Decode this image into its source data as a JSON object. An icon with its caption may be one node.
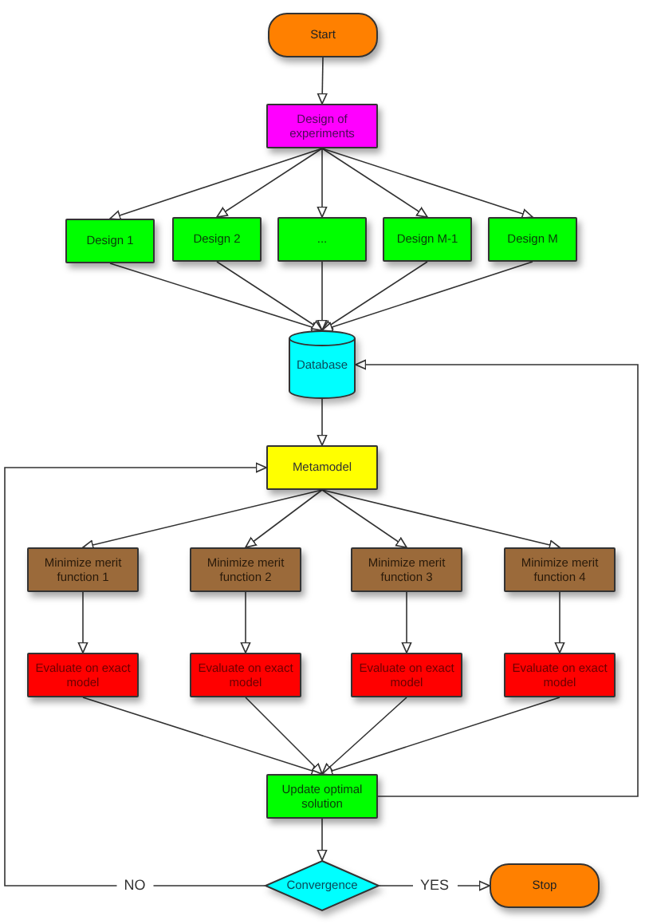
{
  "diagram": {
    "nodes": [
      {
        "text": [
          "Start"
        ]
      },
      {
        "text": [
          "Design of experiments"
        ]
      },
      {
        "text": [
          "Design 1"
        ]
      },
      {
        "text": [
          "Design 2"
        ]
      },
      {
        "text": [
          "..."
        ]
      },
      {
        "text": [
          "Design M-1"
        ]
      },
      {
        "text": [
          "Design M"
        ]
      },
      {
        "text": [
          "Database"
        ]
      },
      {
        "text": [
          "Metamodel"
        ]
      },
      {
        "text": [
          "Minimize merit function 1"
        ]
      },
      {
        "text": [
          "Minimize merit function 2"
        ]
      },
      {
        "text": [
          "Minimize merit function 3"
        ]
      },
      {
        "text": [
          "Minimize merit function 4"
        ]
      },
      {
        "text": [
          "Evaluate on exact model"
        ]
      },
      {
        "text": [
          "Evaluate on exact model"
        ]
      },
      {
        "text": [
          "Evaluate on exact model"
        ]
      },
      {
        "text": [
          "Evaluate on exact model"
        ]
      },
      {
        "text": [
          "Update optimal solution"
        ]
      },
      {
        "text": [
          "Convergence"
        ]
      },
      {
        "text": [
          "Stop"
        ]
      }
    ],
    "edges": [
      {
        "from": 0,
        "to": 1,
        "arrow": "to"
      },
      {
        "from": 1,
        "to": 2,
        "arrow": "to"
      },
      {
        "from": 1,
        "to": 3,
        "arrow": "to"
      },
      {
        "from": 1,
        "to": 4,
        "arrow": "to"
      },
      {
        "from": 1,
        "to": 5,
        "arrow": "to"
      },
      {
        "from": 1,
        "to": 6,
        "arrow": "to"
      },
      {
        "from": 2,
        "to": 7,
        "arrow": "to"
      },
      {
        "from": 3,
        "to": 7,
        "arrow": "to"
      },
      {
        "from": 4,
        "to": 7,
        "arrow": "to"
      },
      {
        "from": 5,
        "to": 7,
        "arrow": "to"
      },
      {
        "from": 6,
        "to": 7,
        "arrow": "to"
      },
      {
        "from": 7,
        "to": 8,
        "arrow": "to"
      },
      {
        "from": 8,
        "to": 9,
        "arrow": "to"
      },
      {
        "from": 8,
        "to": 10,
        "arrow": "to"
      },
      {
        "from": 8,
        "to": 11,
        "arrow": "to"
      },
      {
        "from": 8,
        "to": 12,
        "arrow": "to"
      },
      {
        "from": 9,
        "to": 13,
        "arrow": "to"
      },
      {
        "from": 10,
        "to": 14,
        "arrow": "to"
      },
      {
        "from": 11,
        "to": 15,
        "arrow": "to"
      },
      {
        "from": 12,
        "to": 16,
        "arrow": "to"
      },
      {
        "from": 13,
        "to": 17,
        "arrow": "to"
      },
      {
        "from": 14,
        "to": 17,
        "arrow": "to"
      },
      {
        "from": 15,
        "to": 17,
        "arrow": "to"
      },
      {
        "from": 16,
        "to": 17,
        "arrow": "to"
      },
      {
        "from": 17,
        "to": 18,
        "arrow": "to"
      },
      {
        "from": 18,
        "to": 19,
        "arrow": "to",
        "label": "YES"
      },
      {
        "from": 18,
        "to": 8,
        "arrow": "to",
        "label": "NO"
      },
      {
        "from": 17,
        "to": 7,
        "arrow": "to"
      }
    ]
  }
}
